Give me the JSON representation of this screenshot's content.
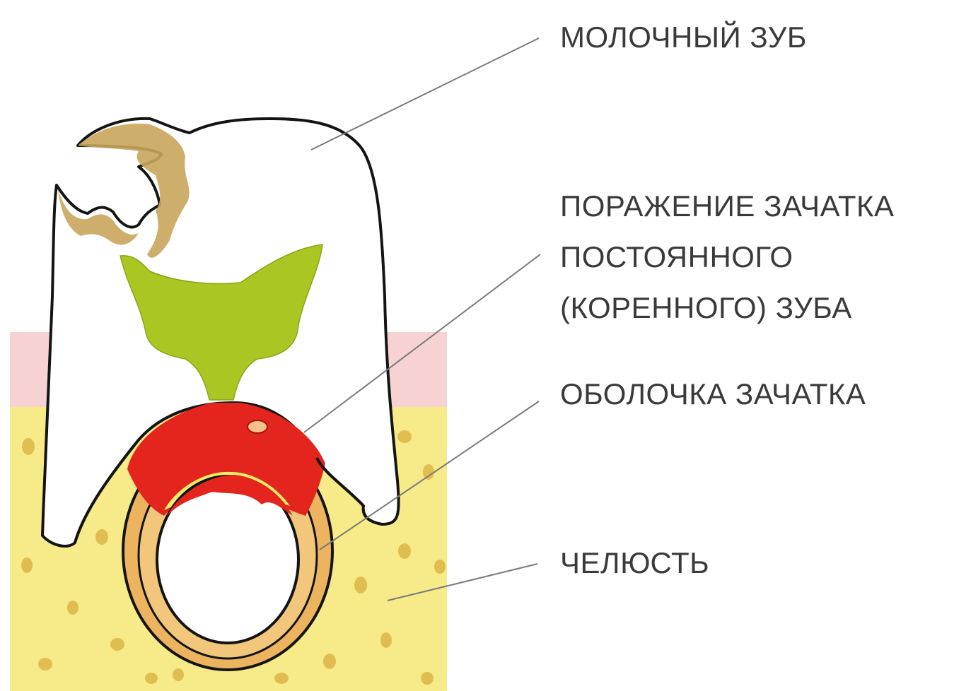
{
  "labels": {
    "baby_tooth": "МОЛОЧНЫЙ ЗУБ",
    "germ_damage": [
      "ПОРАЖЕНИЕ ЗАЧАТКА",
      "ПОСТОЯННОГО",
      "(КОРЕННОГО) ЗУБА"
    ],
    "germ_sheath": "ОБОЛОЧКА ЗАЧАТКА",
    "jaw": "ЧЕЛЮСТЬ"
  },
  "colors": {
    "jaw_bone": "#f7ea88",
    "gum": "#f6d2d2",
    "tooth": "#ffffff",
    "outline": "#141414",
    "caries": "#c8a55a",
    "pulp": "#a9c623",
    "damage": "#e3251d",
    "sheath": "#ecb45f",
    "bone_specks": "#dcb648",
    "leader_lines": "#7a7a7a"
  }
}
